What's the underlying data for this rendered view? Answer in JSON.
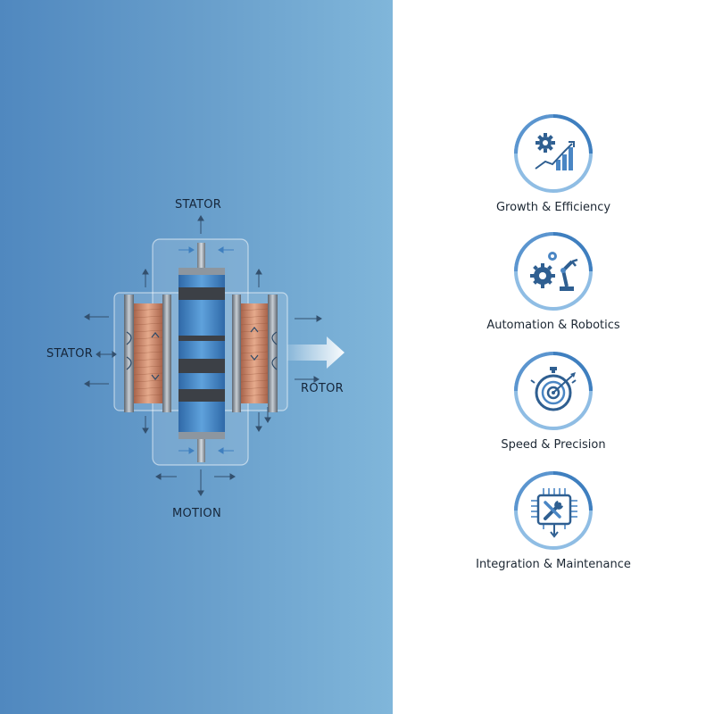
{
  "diagram": {
    "labels": {
      "stator_top": "STATOR",
      "stator_left": "STATOR",
      "rotor": "ROTOR",
      "motion": "MOTION"
    }
  },
  "features": [
    {
      "label": "Growth & Efficiency",
      "icon": "gear-growth-chart-icon"
    },
    {
      "label": "Automation & Robotics",
      "icon": "gears-robot-arm-icon"
    },
    {
      "label": "Speed & Precision",
      "icon": "stopwatch-target-icon"
    },
    {
      "label": "Integration & Maintenance",
      "icon": "chip-wrench-icon"
    }
  ],
  "colors": {
    "panel_blue": "#5f96c6",
    "ring_blue": "#3f7fbf",
    "ring_light": "#8fbde4",
    "copper": "#c9876a",
    "text_dark": "#1c2733"
  }
}
